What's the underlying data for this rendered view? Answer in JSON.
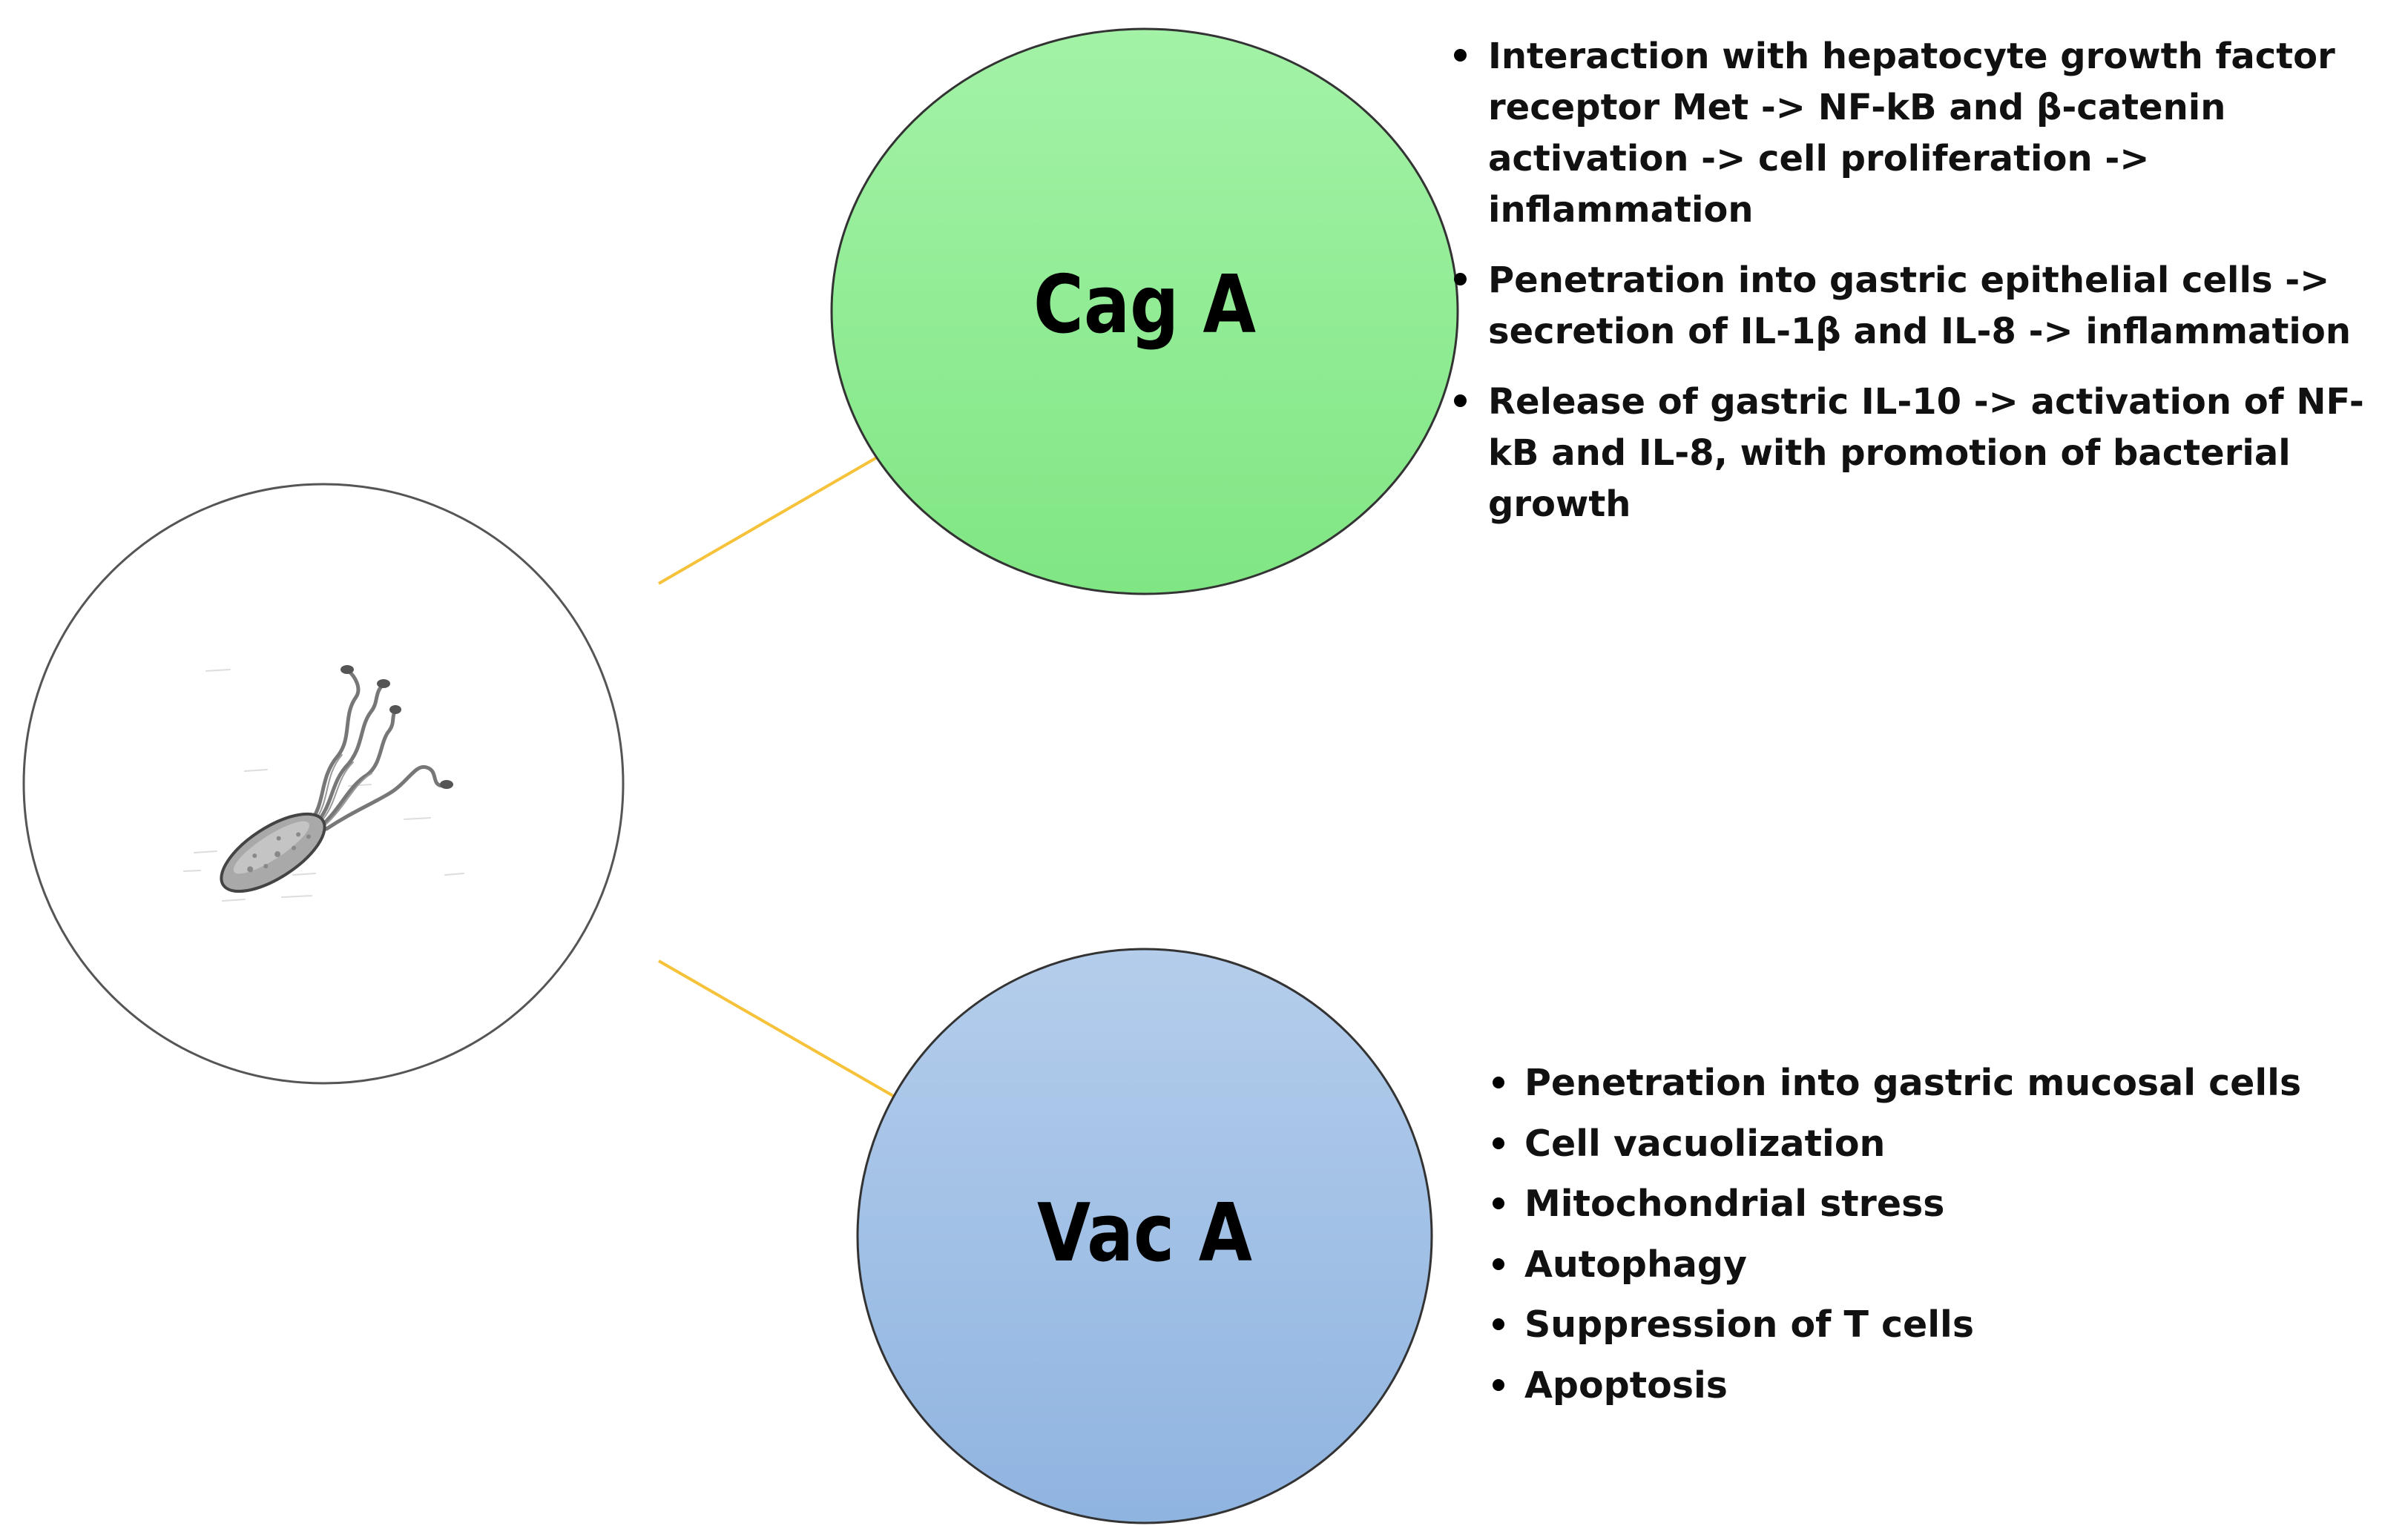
{
  "cag_a": {
    "label": "Cag A",
    "fill_top": "#a3f2a7",
    "fill_bottom": "#80e683",
    "effects": [
      "Interaction with hepatocyte growth factor receptor Met -> NF-kB and β-catenin activation -> cell proliferation -> inflammation",
      "Penetration into gastric epithelial cells -> secretion of IL-1β and IL-8 -> inflammation",
      "Release of gastric IL-10 -> activation of NF-kB and IL-8, with promotion of bacterial growth"
    ]
  },
  "vac_a": {
    "label": "Vac A",
    "fill_top": "#b4cdeb",
    "fill_bottom": "#8fb4e0",
    "effects": [
      "Penetration into gastric mucosal cells",
      "Cell vacuolization",
      "Mitochondrial stress",
      "Autophagy",
      "Suppression of T cells",
      "Apoptosis"
    ]
  },
  "connector_color": "#f5c23a",
  "bacterium_icon": "helicobacter-pylori-icon"
}
